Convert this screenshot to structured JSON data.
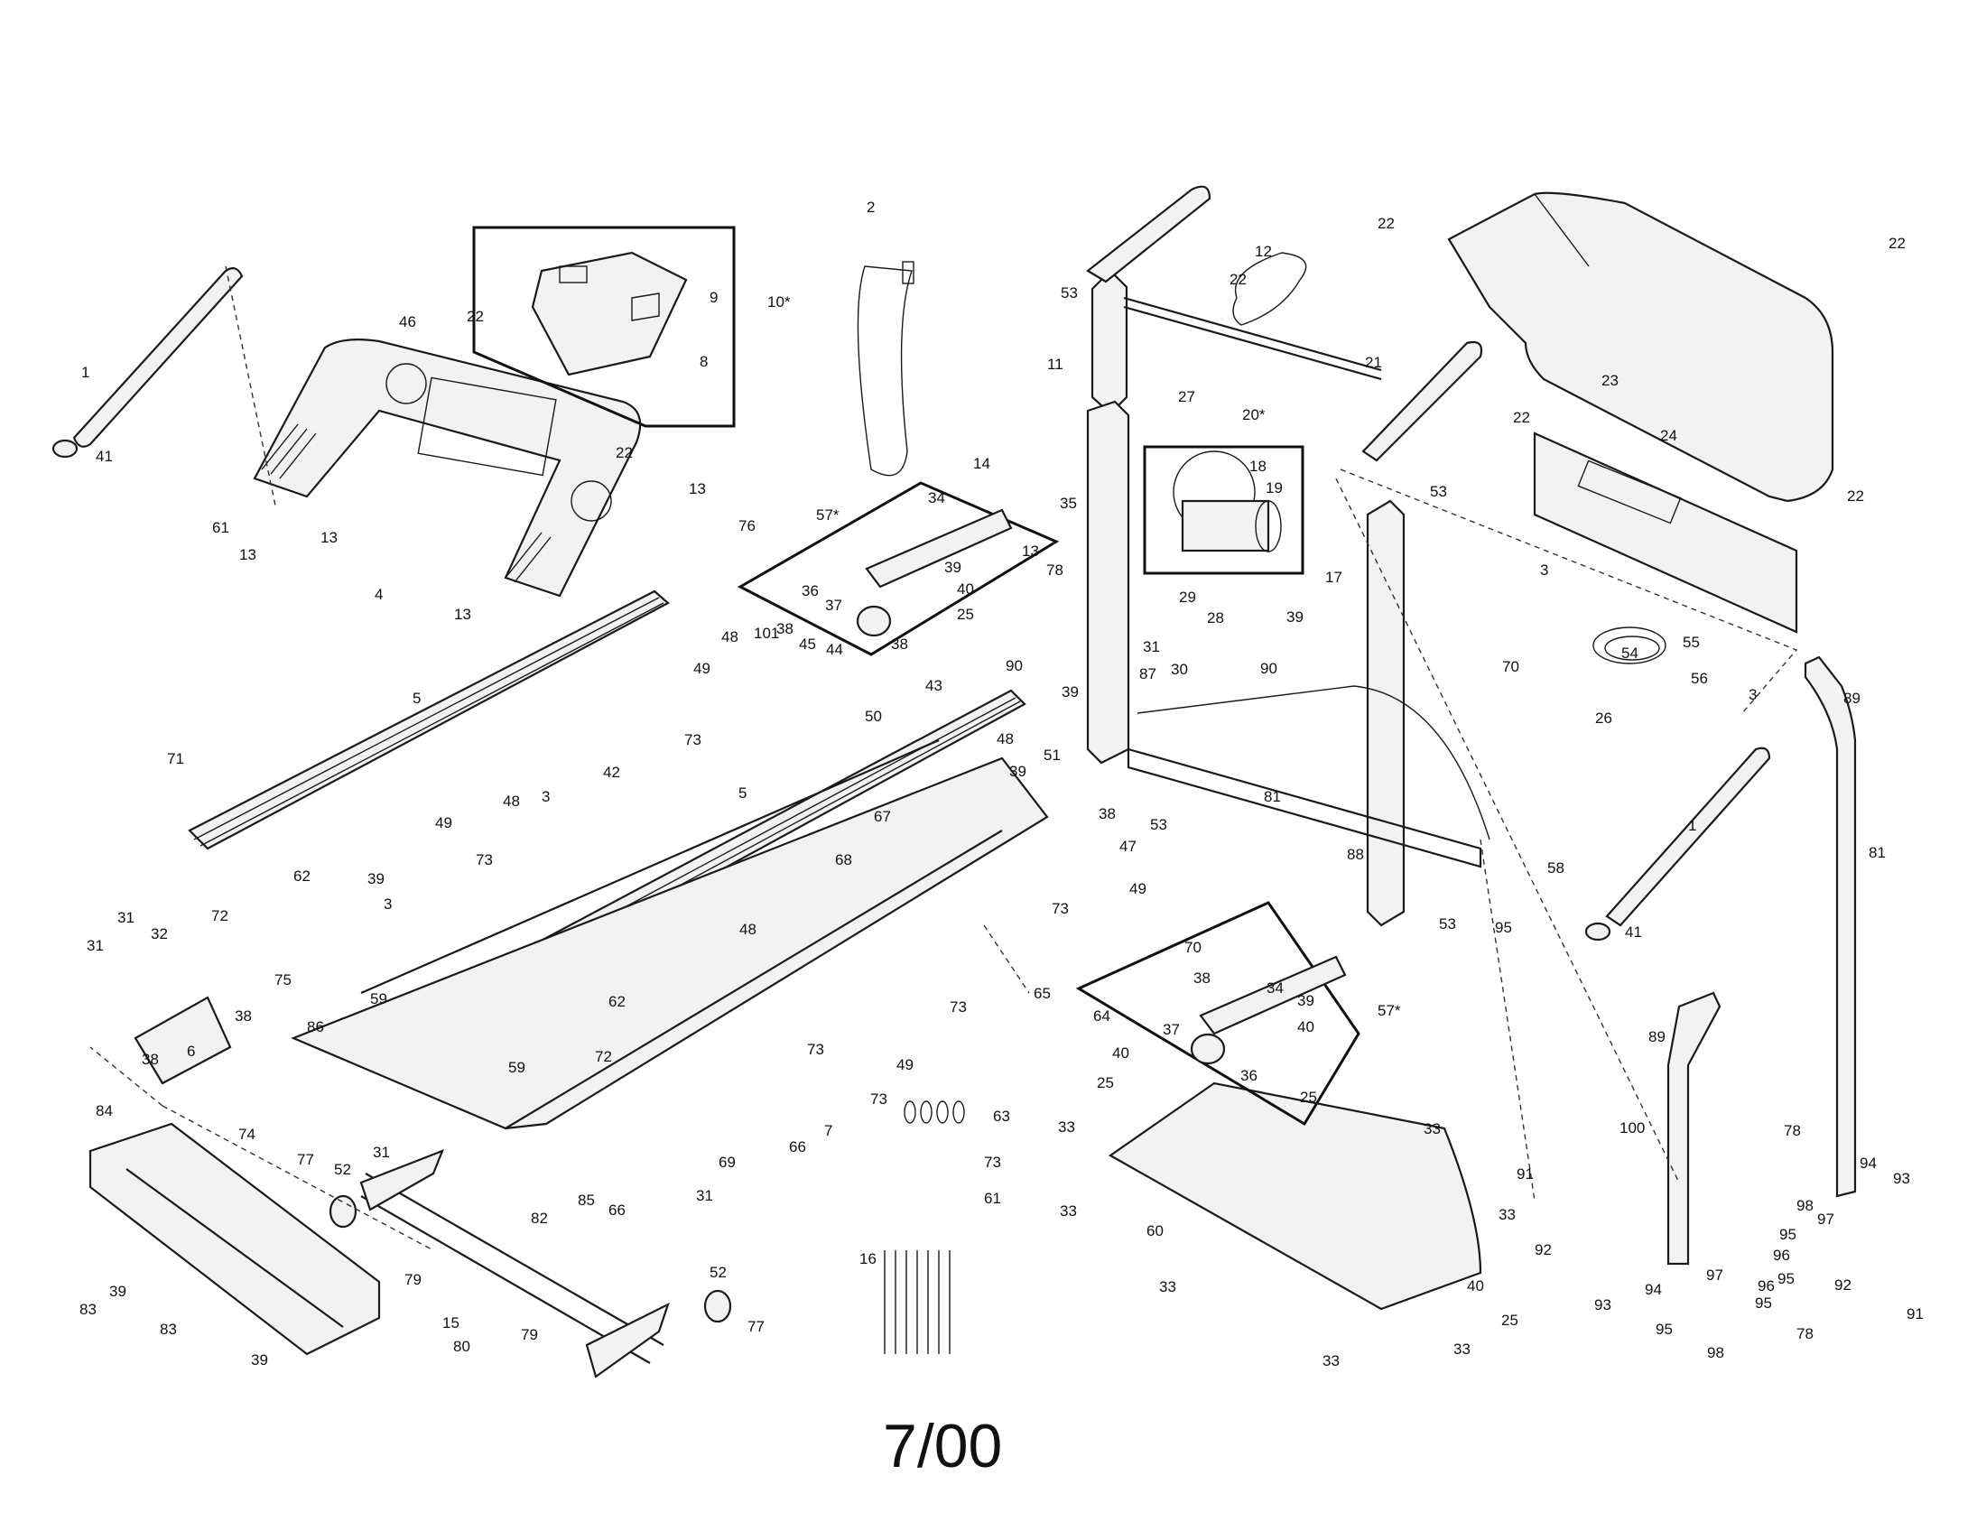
{
  "diagram": {
    "date_code": "7/00",
    "callouts": [
      "1",
      "2",
      "3",
      "4",
      "5",
      "6",
      "7",
      "8",
      "9",
      "10*",
      "11",
      "12",
      "13",
      "14",
      "15",
      "16",
      "17",
      "18",
      "19",
      "20*",
      "21",
      "22",
      "23",
      "24",
      "25",
      "26",
      "27",
      "28",
      "29",
      "30",
      "31",
      "32",
      "33",
      "34",
      "35",
      "36",
      "37",
      "38",
      "39",
      "40",
      "41",
      "42",
      "43",
      "44",
      "45",
      "46",
      "47",
      "48",
      "49",
      "50",
      "51",
      "52",
      "53",
      "54",
      "55",
      "56",
      "57*",
      "58",
      "59",
      "60",
      "61",
      "62",
      "63",
      "64",
      "65",
      "66",
      "67",
      "68",
      "69",
      "70",
      "71",
      "72",
      "73",
      "74",
      "75",
      "76",
      "77",
      "78",
      "79",
      "80",
      "81",
      "82",
      "83",
      "84",
      "85",
      "86",
      "87",
      "88",
      "89",
      "90",
      "91",
      "92",
      "93",
      "94",
      "95",
      "96",
      "97",
      "98",
      "100",
      "101"
    ]
  }
}
